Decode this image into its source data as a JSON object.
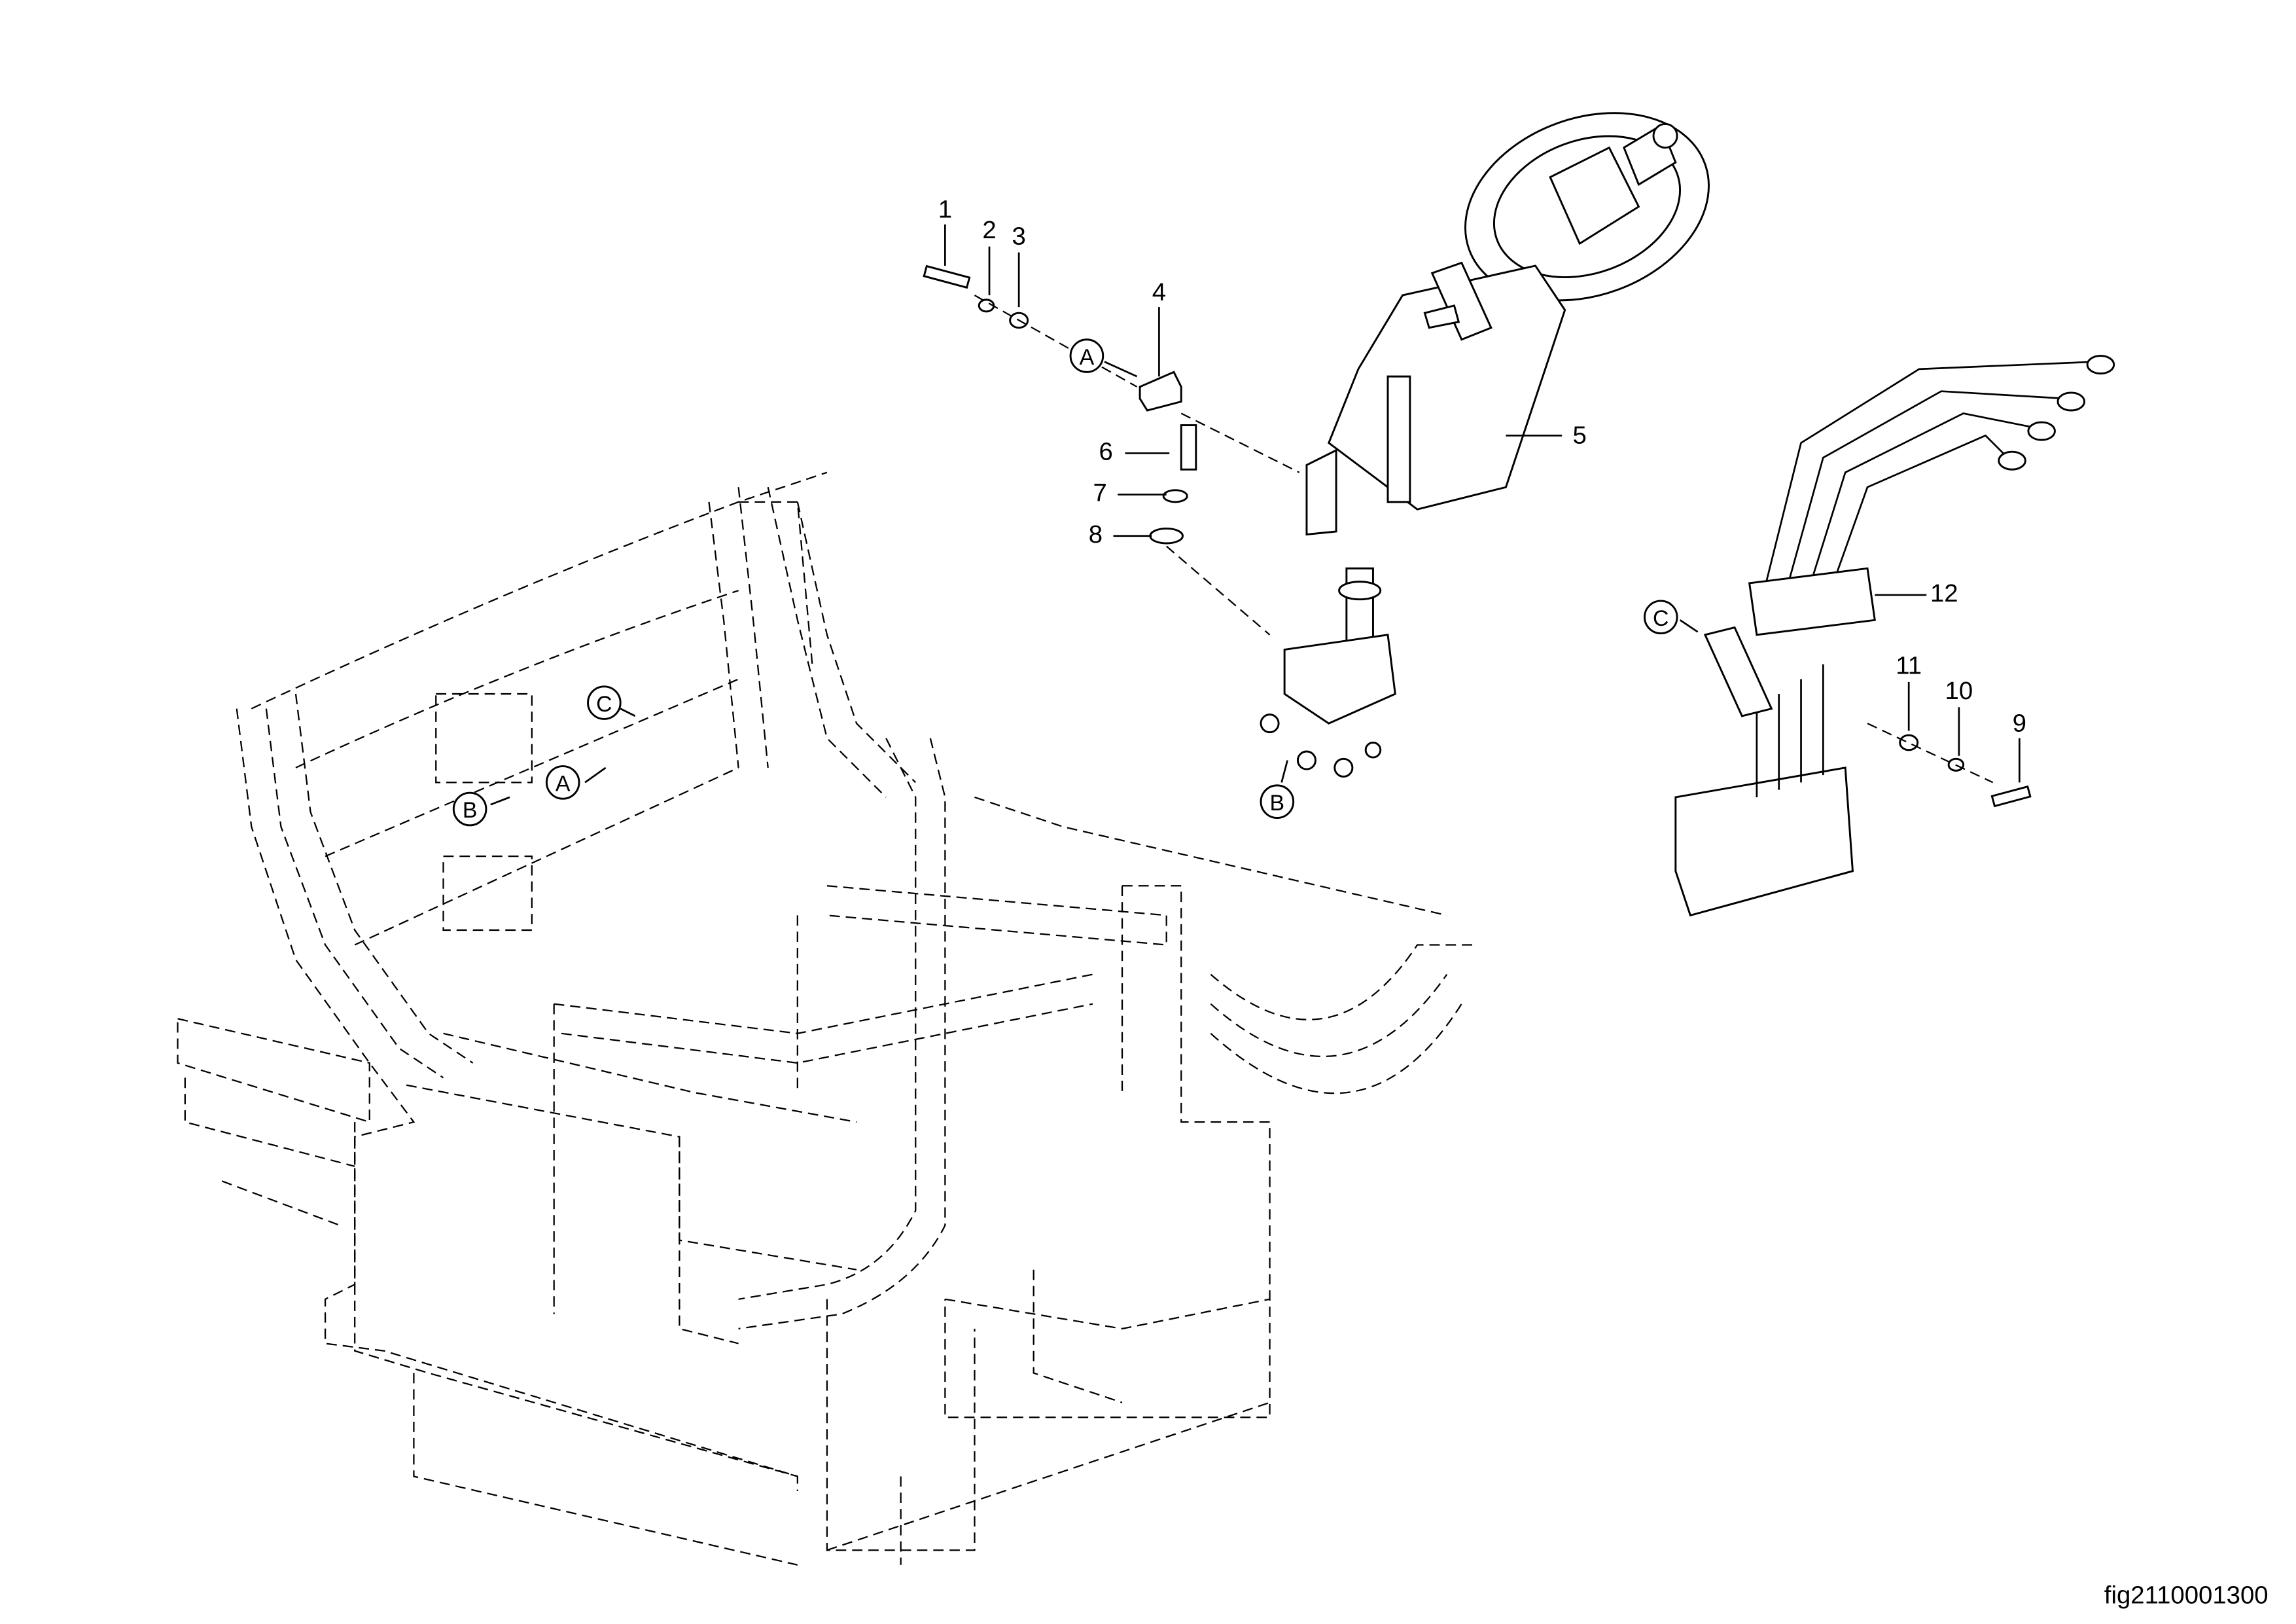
{
  "figure_id": "fig2110001300",
  "callouts": {
    "c1": "1",
    "c2": "2",
    "c3": "3",
    "c4": "4",
    "c5": "5",
    "c6": "6",
    "c7": "7",
    "c8": "8",
    "c9": "9",
    "c10": "10",
    "c11": "11",
    "c12": "12"
  },
  "references": {
    "a": "A",
    "b": "B",
    "c": "C"
  },
  "parts": {
    "frame": "operator-platform-frame",
    "steering_column": "steering-column-with-wheel",
    "control_valve": "control-valve-with-levers"
  }
}
